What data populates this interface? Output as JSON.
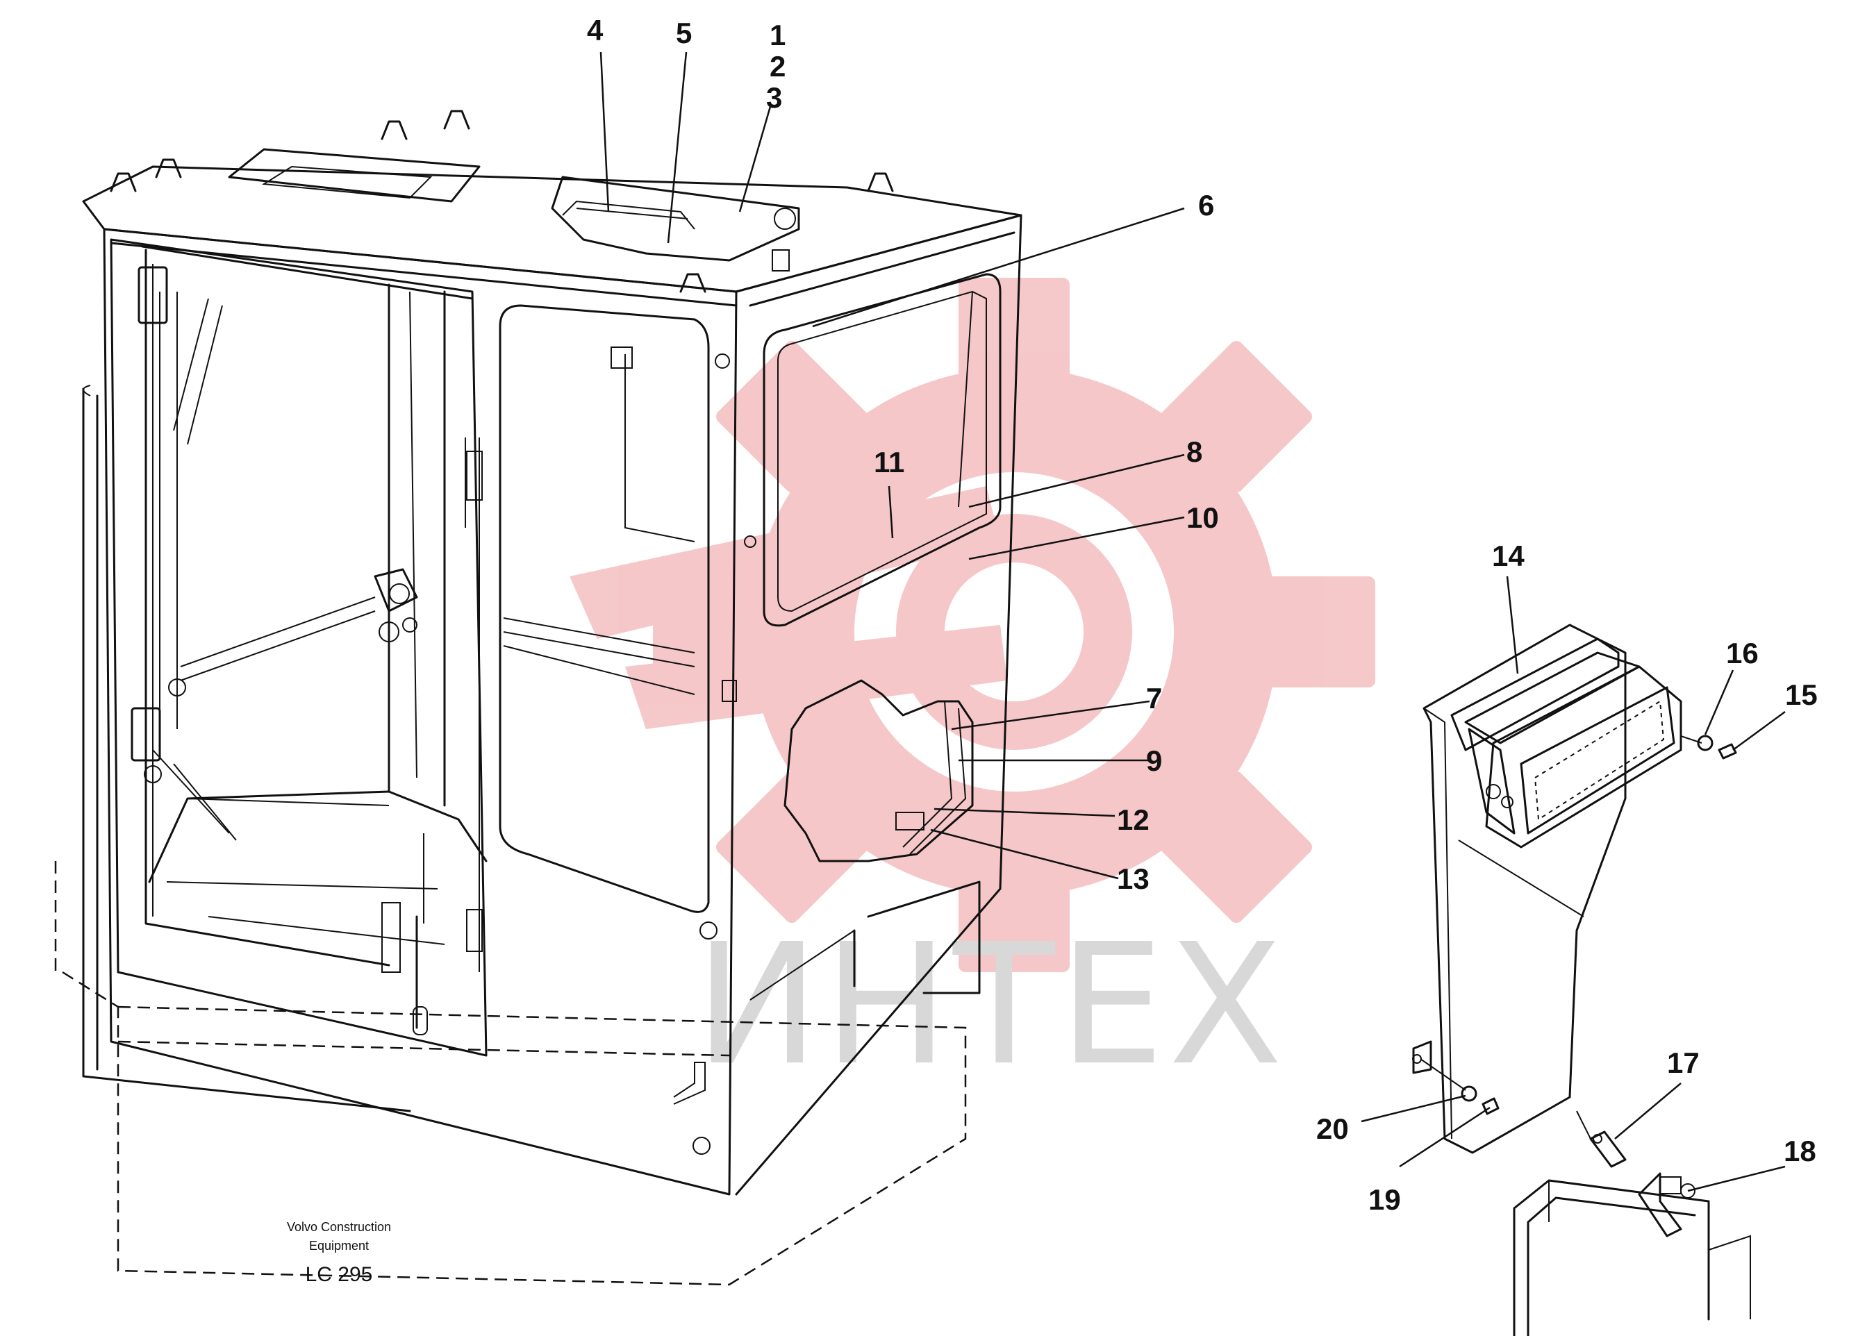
{
  "watermark": {
    "text": "ИНТЕХ",
    "logo_color": "#f2b5b8",
    "text_color": "#d8d8d8"
  },
  "caption": {
    "line1": "Volvo Construction",
    "line2": "Equipment",
    "model": "LC 295"
  },
  "callouts": [
    {
      "id": "4",
      "label": "4"
    },
    {
      "id": "5",
      "label": "5"
    },
    {
      "id": "1",
      "label": "1"
    },
    {
      "id": "2",
      "label": "2"
    },
    {
      "id": "3",
      "label": "3"
    },
    {
      "id": "6",
      "label": "6"
    },
    {
      "id": "11",
      "label": "11"
    },
    {
      "id": "8",
      "label": "8"
    },
    {
      "id": "10",
      "label": "10"
    },
    {
      "id": "7",
      "label": "7"
    },
    {
      "id": "9",
      "label": "9"
    },
    {
      "id": "12",
      "label": "12"
    },
    {
      "id": "13",
      "label": "13"
    },
    {
      "id": "14",
      "label": "14"
    },
    {
      "id": "16",
      "label": "16"
    },
    {
      "id": "15",
      "label": "15"
    },
    {
      "id": "17",
      "label": "17"
    },
    {
      "id": "18",
      "label": "18"
    },
    {
      "id": "20",
      "label": "20"
    },
    {
      "id": "19",
      "label": "19"
    }
  ]
}
